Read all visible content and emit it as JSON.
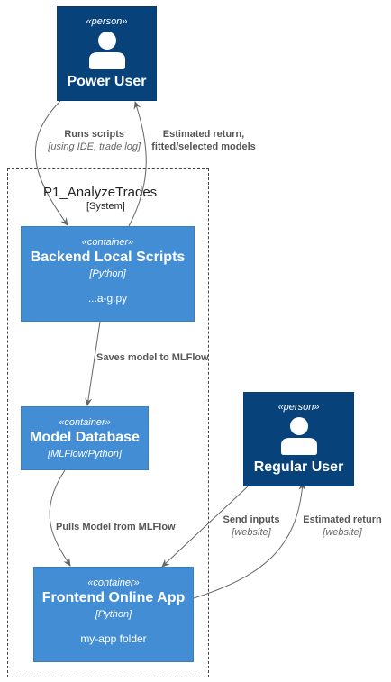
{
  "boundary": {
    "title": "P1_AnalyzeTrades",
    "subtitle": "[System]"
  },
  "nodes": {
    "power_user": {
      "stereotype": "«person»",
      "name": "Power User",
      "icon": "person-icon"
    },
    "regular_user": {
      "stereotype": "«person»",
      "name": "Regular User",
      "icon": "person-icon"
    },
    "backend": {
      "stereotype": "«container»",
      "name": "Backend Local Scripts",
      "tech": "[Python]",
      "description": "...a-g.py"
    },
    "model_db": {
      "stereotype": "«container»",
      "name": "Model Database",
      "tech": "[MLFlow/Python]"
    },
    "frontend": {
      "stereotype": "«container»",
      "name": "Frontend Online App",
      "tech": "[Python]",
      "description": "my-app folder"
    }
  },
  "colors": {
    "person": "#08427b",
    "container": "#438dd5",
    "edge": "#666666"
  },
  "edges": {
    "runs_scripts": {
      "label": "Runs scripts",
      "tech": "[using IDE, trade log]"
    },
    "estimated_return_models": {
      "line1": "Estimated return,",
      "line2": "fitted/selected models"
    },
    "saves_model": {
      "label": "Saves model to MLFlow"
    },
    "pulls_model": {
      "label": "Pulls Model from MLFlow"
    },
    "send_inputs": {
      "label": "Send inputs",
      "tech": "[website]"
    },
    "estimated_return": {
      "label": "Estimated return",
      "tech": "[website]"
    }
  }
}
